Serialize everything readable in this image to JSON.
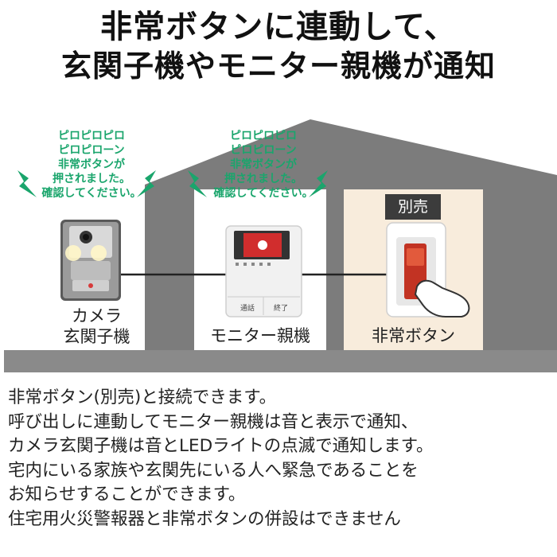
{
  "headline": {
    "line1": "非常ボタンに連動して、",
    "line2": "玄関子機やモニター親機が通知"
  },
  "speech_left": [
    "ピロピロピロ",
    "ピロピローン",
    "非常ボタンが",
    "押されました。",
    "確認してください。"
  ],
  "speech_center": [
    "ピロピロピロ",
    "ピロピローン",
    "非常ボタンが",
    "押されました。",
    "確認してください。"
  ],
  "devices": {
    "camera": {
      "line1": "カメラ",
      "line2": "玄関子機"
    },
    "monitor": {
      "label": "モニター親機",
      "buttons": [
        "通話",
        "終了"
      ]
    },
    "emergency": {
      "label": "非常ボタン",
      "badge": "別売"
    }
  },
  "description": [
    "非常ボタン(別売)と接続できます。",
    "呼び出しに連動してモニター親機は音と表示で通知、",
    "カメラ玄関子機は音とLEDライトの点滅で通知します。",
    "宅内にいる家族や玄関先にいる人へ緊急であることを",
    "お知らせすることができます。",
    "住宅用火災警報器と非常ボタンの併設はできません"
  ],
  "colors": {
    "house": "#7c7c7c",
    "alert_green": "#1aa56c",
    "emergency_panel": "#f8ecdc",
    "badge": "#3c3c3c"
  }
}
